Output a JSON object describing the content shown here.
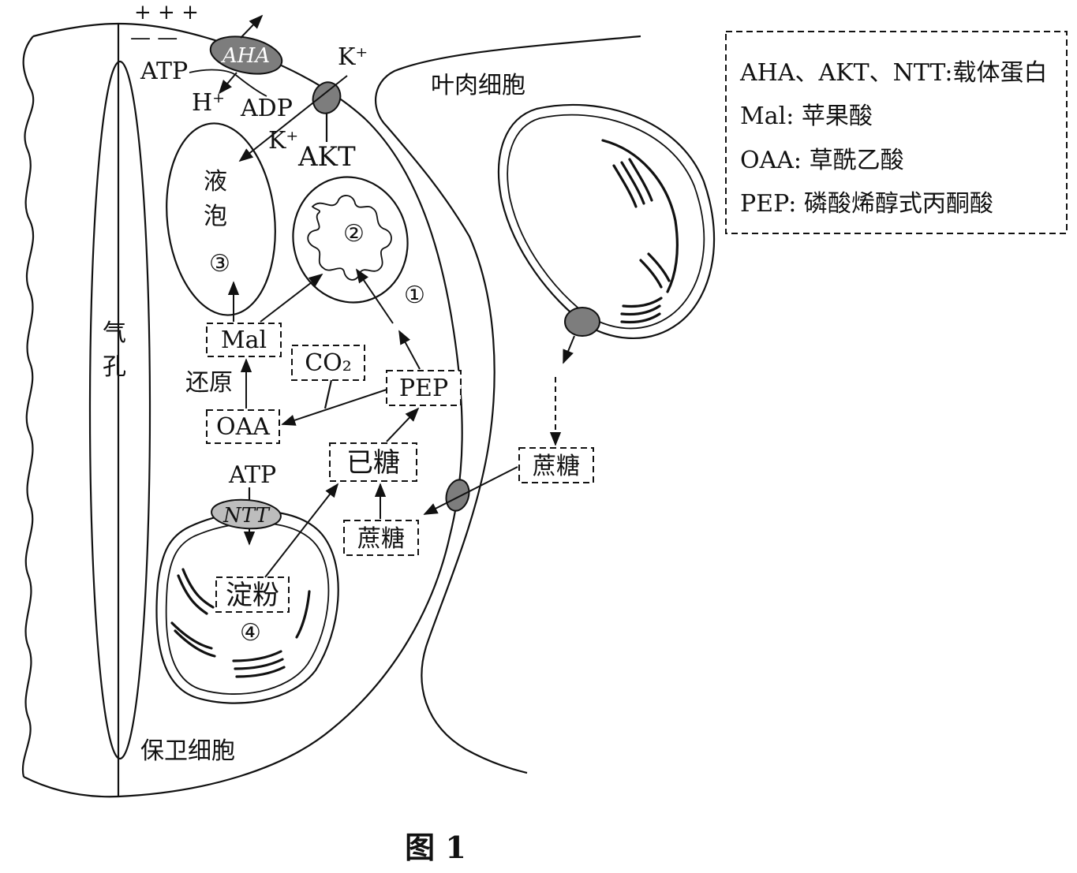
{
  "figure_caption": "图 1",
  "cells": {
    "guard_cell": "保卫细胞",
    "mesophyll_cell": "叶肉细胞",
    "stoma_char1": "气",
    "stoma_char2": "孔"
  },
  "charges": {
    "positive": "+ + +",
    "negative": "— —"
  },
  "membrane_labels": {
    "aha": "AHA",
    "akt": "AKT",
    "ntt": "NTT",
    "atp_top": "ATP",
    "h_plus": "H⁺",
    "adp": "ADP",
    "k_plus_out": "K⁺",
    "k_plus_in": "K⁺",
    "atp_chloro": "ATP"
  },
  "organelles": {
    "vacuole_char1": "液",
    "vacuole_char2": "泡",
    "num_cytoplasm": "①",
    "num_mito": "②",
    "num_vacuole": "③",
    "num_chloro": "④"
  },
  "boxes": {
    "mal": "Mal",
    "co2": "CO₂",
    "pep": "PEP",
    "oaa": "OAA",
    "hexose": "已糖",
    "sucrose_guard": "蔗糖",
    "sucrose_meso": "蔗糖",
    "starch": "淀粉"
  },
  "step_labels": {
    "reduction": "还原"
  },
  "legend": {
    "lines": [
      "AHA、AKT、NTT:载体蛋白",
      "Mal: 苹果酸",
      "OAA: 草酰乙酸",
      "PEP: 磷酸烯醇式丙酮酸"
    ]
  },
  "colors": {
    "protein_dark": "#7d7d7d",
    "protein_light": "#bdbdbd",
    "line": "#111111"
  }
}
